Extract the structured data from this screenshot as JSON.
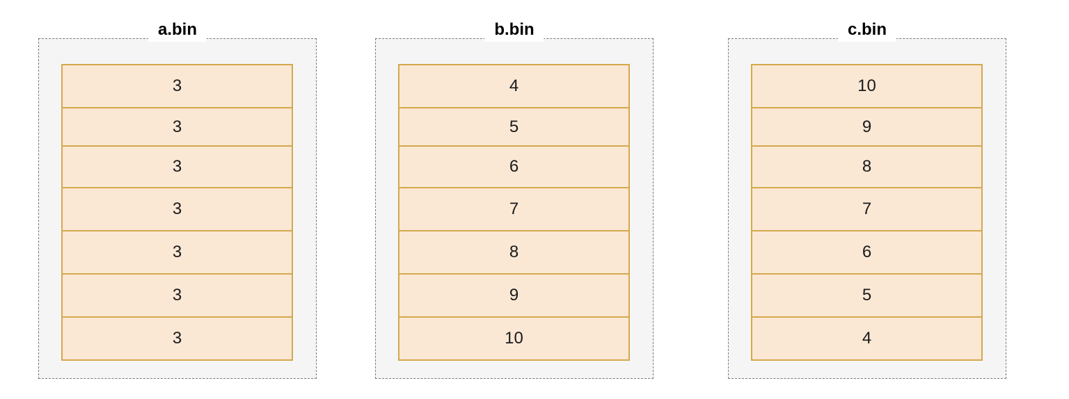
{
  "bins": [
    {
      "title": "a.bin",
      "cells": [
        "3",
        "3",
        "3",
        "3",
        "3",
        "3",
        "3"
      ]
    },
    {
      "title": "b.bin",
      "cells": [
        "4",
        "5",
        "6",
        "7",
        "8",
        "9",
        "10"
      ]
    },
    {
      "title": "c.bin",
      "cells": [
        "10",
        "9",
        "8",
        "7",
        "6",
        "5",
        "4"
      ]
    }
  ]
}
